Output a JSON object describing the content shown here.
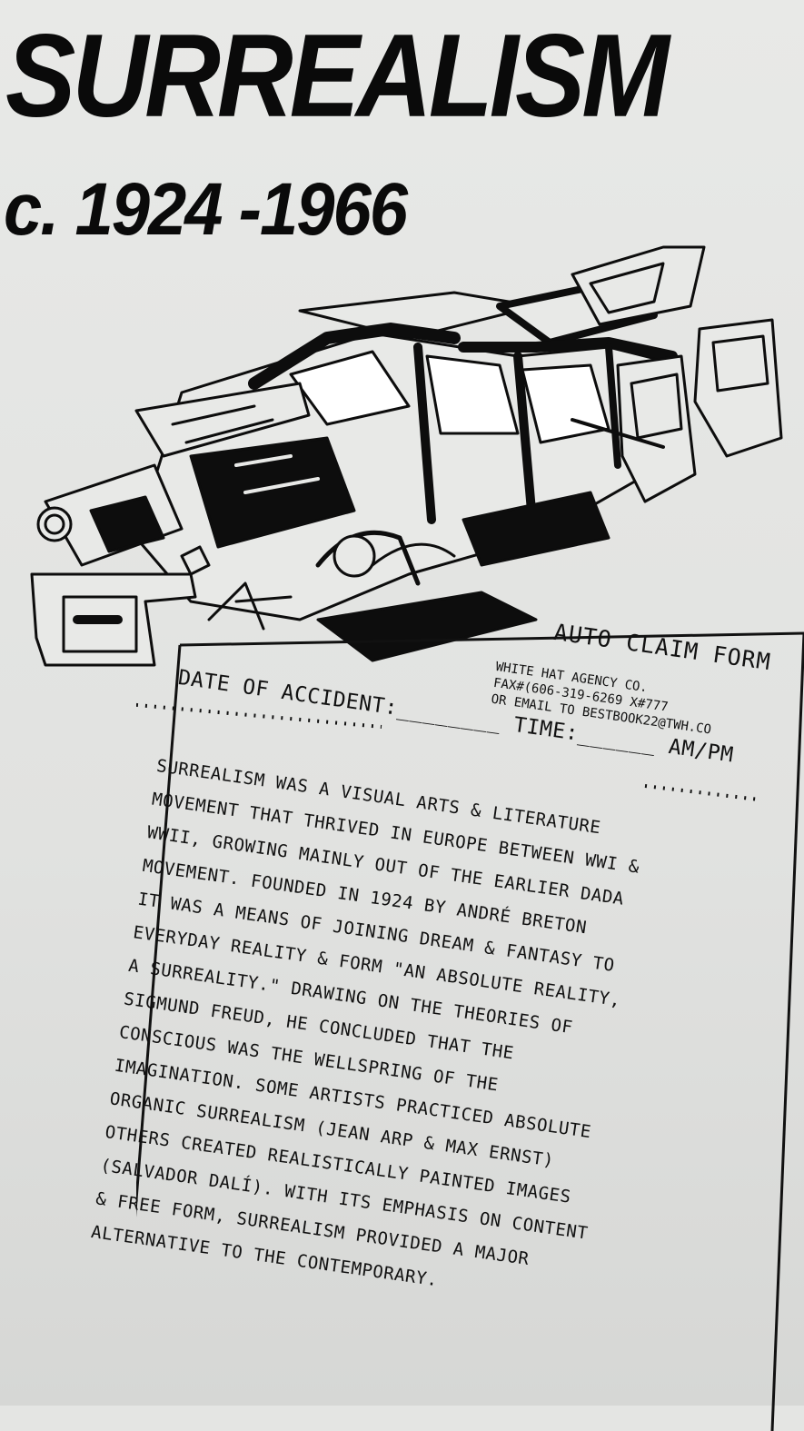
{
  "poster": {
    "title": "SURREALISM",
    "dates": "c. 1924 -1966"
  },
  "form": {
    "title": "AUTO CLAIM FORM",
    "agency_lines": [
      "WHITE HAT AGENCY CO.",
      "FAX#(606-319-6269  X#777",
      "OR EMAIL TO BESTBOOK22@TWH.CO"
    ],
    "date_label": "DATE OF ACCIDENT:",
    "time_label": "TIME:",
    "ampm": "AM/PM"
  },
  "body_lines": [
    "SURREALISM WAS A VISUAL ARTS & LITERATURE",
    "MOVEMENT THAT THRIVED IN EUROPE BETWEEN WWI &",
    "WWII, GROWING MAINLY OUT OF THE EARLIER DADA",
    "MOVEMENT. FOUNDED IN 1924 BY ANDRÉ BRETON",
    "IT WAS A MEANS OF JOINING DREAM & FANTASY TO",
    "EVERYDAY REALITY & FORM \"AN ABSOLUTE REALITY,",
    "A SURREALITY.\" DRAWING ON THE THEORIES OF",
    "SIGMUND FREUD, HE CONCLUDED THAT THE",
    "CONSCIOUS WAS THE WELLSPRING OF THE",
    "IMAGINATION. SOME ARTISTS PRACTICED ABSOLUTE",
    "ORGANIC SURREALISM (JEAN ARP & MAX ERNST)",
    "OTHERS CREATED REALISTICALLY PAINTED IMAGES",
    "(SALVADOR DALÍ). WITH ITS EMPHASIS ON CONTENT",
    "& FREE FORM, SURREALISM PROVIDED A MAJOR",
    "ALTERNATIVE TO THE CONTEMPORARY."
  ]
}
